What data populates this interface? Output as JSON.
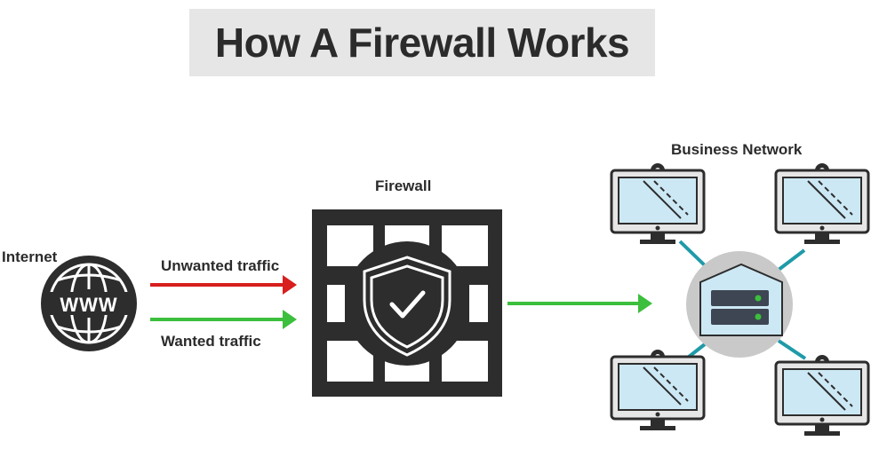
{
  "title": "How A Firewall Works",
  "labels": {
    "internet": "Internet",
    "unwanted_traffic": "Unwanted traffic",
    "wanted_traffic": "Wanted traffic",
    "firewall": "Firewall",
    "business_network": "Business Network"
  },
  "globe_text": "WWW",
  "colors": {
    "unwanted": "#d81e1e",
    "wanted": "#3cbf3c",
    "dark": "#2d2d2d",
    "screen": "#cce8f4",
    "link": "#1f9aa8",
    "server_bg": "#c9c9c9",
    "server_led": "#3cbf3c"
  },
  "icons": [
    "globe-icon",
    "firewall-icon",
    "shield-check-icon",
    "server-icon",
    "computer-icon"
  ]
}
